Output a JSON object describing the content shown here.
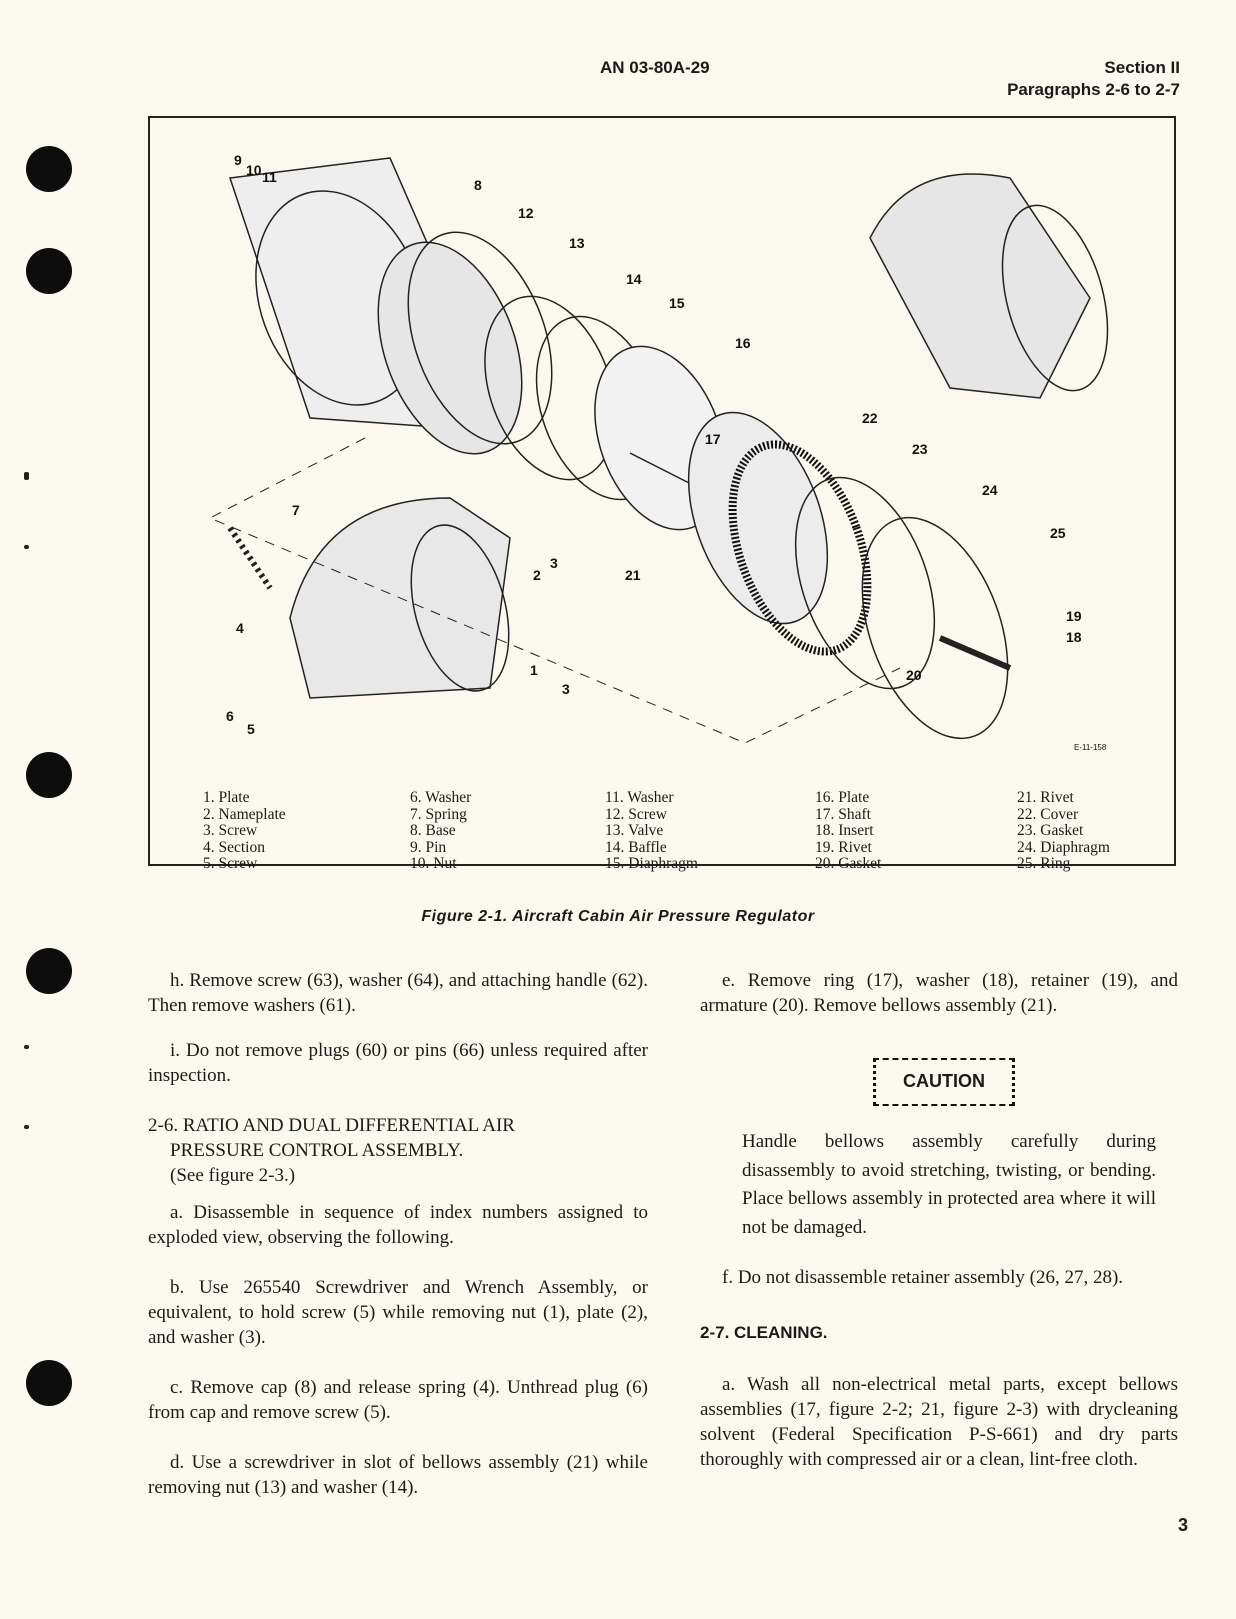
{
  "header": {
    "doc_number": "AN 03-80A-29",
    "section": "Section II",
    "paragraphs": "Paragraphs 2-6 to 2-7"
  },
  "figure": {
    "drawing_code": "E-11-158",
    "callouts": [
      "1",
      "2",
      "3",
      "3",
      "4",
      "5",
      "6",
      "7",
      "8",
      "9",
      "10",
      "11",
      "12",
      "13",
      "14",
      "15",
      "16",
      "17",
      "18",
      "19",
      "20",
      "21",
      "22",
      "23",
      "24",
      "25"
    ],
    "legend": [
      [
        "1. Plate",
        "2. Nameplate",
        "3. Screw",
        "4. Section",
        "5. Screw"
      ],
      [
        "6. Washer",
        "7. Spring",
        "8. Base",
        "9. Pin",
        "10. Nut"
      ],
      [
        "11. Washer",
        "12. Screw",
        "13. Valve",
        "14. Baffle",
        "15. Diaphragm"
      ],
      [
        "16. Plate",
        "17. Shaft",
        "18. Insert",
        "19. Rivet",
        "20. Gasket"
      ],
      [
        "21. Rivet",
        "22. Cover",
        "23. Gasket",
        "24. Diaphragm",
        "25. Ring"
      ]
    ],
    "caption": "Figure 2-1. Aircraft Cabin Air Pressure Regulator"
  },
  "left": {
    "h": "h. Remove screw (63), washer (64), and attaching handle (62). Then remove washers (61).",
    "i": "i. Do not remove plugs (60) or pins (66) unless required after inspection.",
    "heading_2_6_line1": "2-6. RATIO AND DUAL DIFFERENTIAL AIR",
    "heading_2_6_line2": "PRESSURE CONTROL ASSEMBLY.",
    "heading_2_6_ref": "(See figure 2-3.)",
    "a": "a. Disassemble in sequence of index numbers assigned to exploded view, observing the following.",
    "b": "b. Use 265540 Screwdriver and Wrench Assembly, or equivalent, to hold screw (5) while removing nut (1), plate (2), and washer (3).",
    "c": "c. Remove cap (8) and release spring (4). Unthread plug (6) from cap and remove screw (5).",
    "d": "d. Use a screwdriver in slot of bellows assembly (21) while removing nut (13) and washer (14)."
  },
  "right": {
    "e": "e. Remove ring (17), washer (18), retainer (19), and armature (20). Remove bellows assembly (21).",
    "caution_label": "CAUTION",
    "caution_text": "Handle bellows assembly carefully during disassembly to avoid stretching, twisting, or bending. Place bellows assembly in protected area where it will not be damaged.",
    "f": "f. Do not disassemble retainer assembly (26, 27, 28).",
    "heading_2_7": "2-7. CLEANING.",
    "a": "a. Wash all non-electrical metal parts, except bellows assemblies (17, figure 2-2; 21, figure 2-3) with drycleaning solvent (Federal Specification P-S-661) and dry parts thoroughly with compressed air or a clean, lint-free cloth."
  },
  "page_number": "3"
}
